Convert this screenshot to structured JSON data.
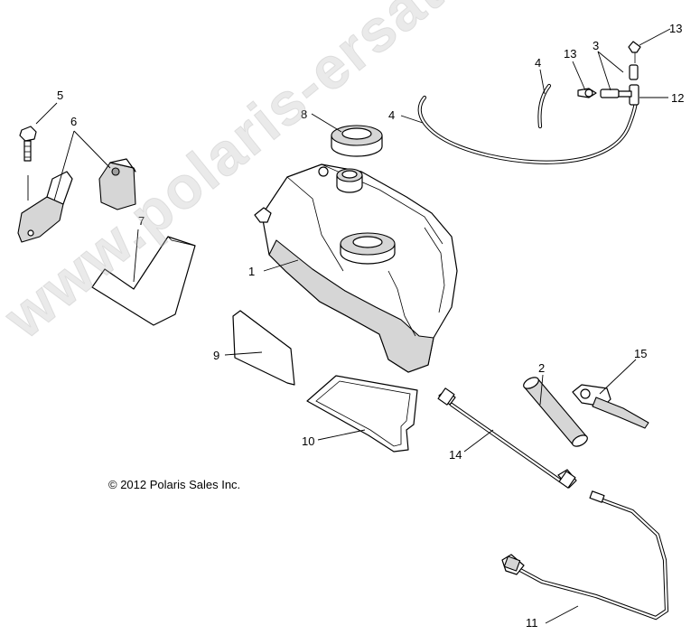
{
  "copyright": "© 2012 Polaris Sales Inc.",
  "watermark": "www.polaris-ersatzteile.de",
  "callouts": {
    "n1": "1",
    "n2": "2",
    "n3": "3",
    "n4a": "4",
    "n4b": "4",
    "n5": "5",
    "n6": "6",
    "n7": "7",
    "n8": "8",
    "n9": "9",
    "n10": "10",
    "n11": "11",
    "n12": "12",
    "n13a": "13",
    "n13b": "13",
    "n14": "14",
    "n15": "15"
  },
  "parts": {
    "p1": "fuel-tank",
    "p2": "foam-sleeve",
    "p3": "tee-fitting",
    "p4": "vent-hose",
    "p5": "bolt",
    "p6": "mounting-brackets",
    "p7": "pad-l-shaped",
    "p8": "fuel-cap",
    "p9": "foam-pad",
    "p10": "heat-shield-pad",
    "p11": "fuel-line",
    "p12": "elbow-fitting",
    "p13": "check-valve-and-cap",
    "p14": "fuel-hose-assembly",
    "p15": "clamp"
  }
}
